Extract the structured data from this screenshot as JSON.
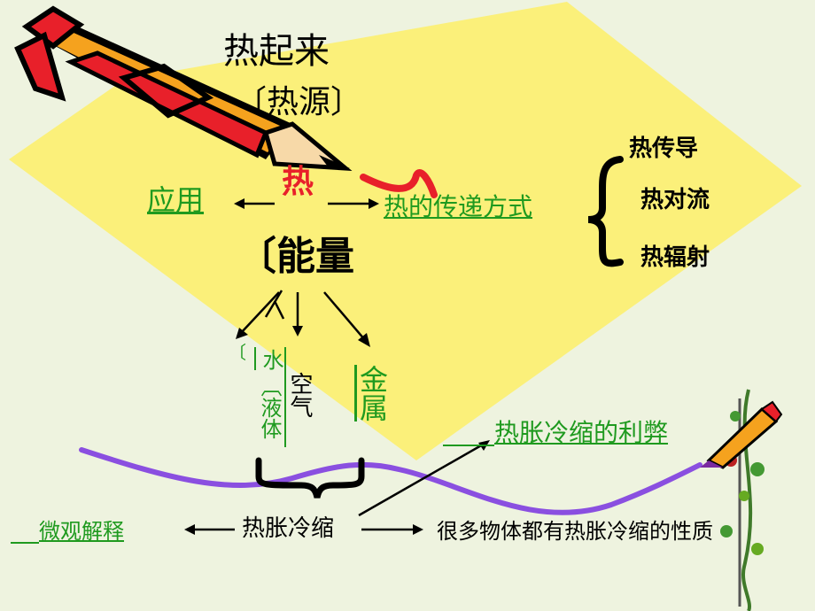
{
  "title": "热起来",
  "subtitle": "〔热源〕",
  "center": "热",
  "energy": "〔能量",
  "left_link": "应用",
  "right_link": "热的传递方式",
  "transfer_modes": [
    "热传导",
    "热对流",
    "热辐射"
  ],
  "states": {
    "water_paren": "〔",
    "water": "水",
    "liquid": "〔液体",
    "air": "空气",
    "metal": "金属"
  },
  "bottom": {
    "center": "热胀冷缩",
    "left": "微观解释",
    "right": "很多物体都有热胀冷缩的性质",
    "top_right": "热胀冷缩的利弊"
  },
  "colors": {
    "background": "#eef3df",
    "yellow": "#fbf07a",
    "green_text": "#1f9a1f",
    "wave": "#8a4fe0",
    "pencil_red": "#e8202a",
    "pencil_orange": "#f5a21e"
  }
}
